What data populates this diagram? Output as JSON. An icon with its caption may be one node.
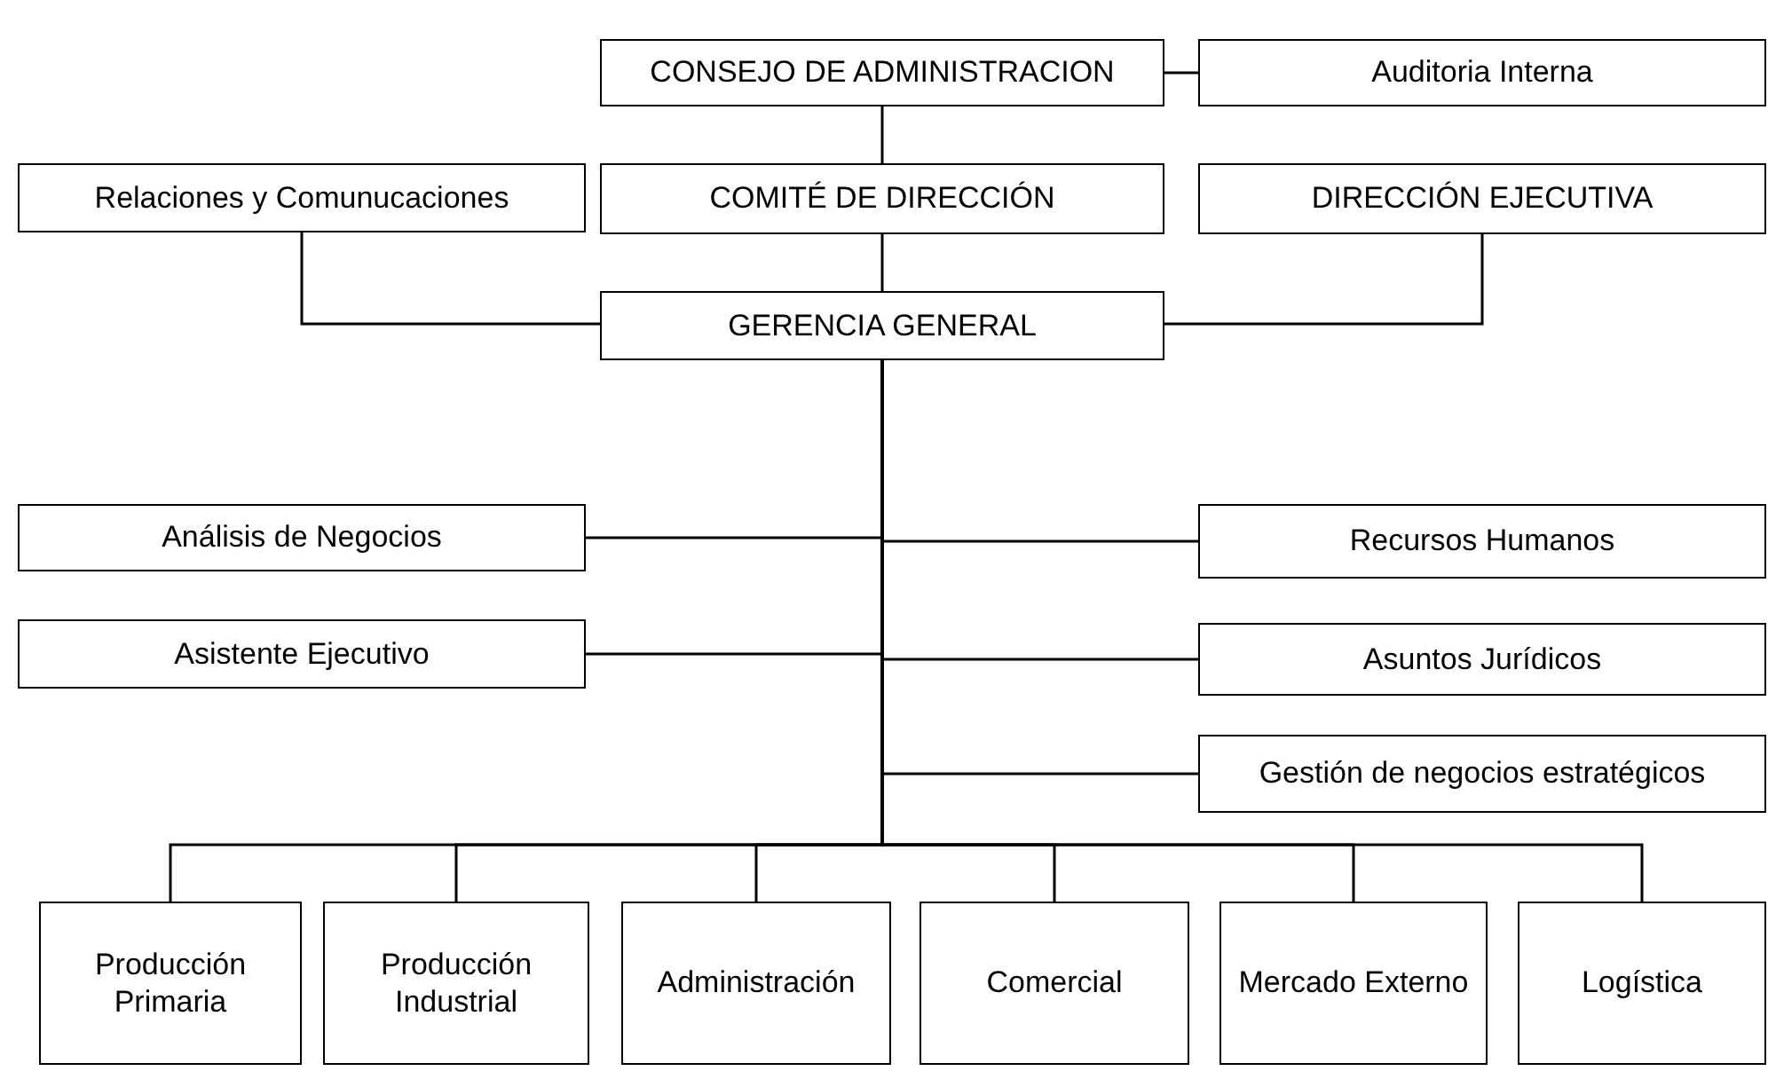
{
  "diagram": {
    "nodes": [
      {
        "text": [
          "CONSEJO DE ADMINISTRACION"
        ]
      },
      {
        "text": [
          "Auditoria Interna"
        ]
      },
      {
        "text": [
          "Relaciones y Comunucaciones"
        ]
      },
      {
        "text": [
          "COMITÉ DE DIRECCIÓN"
        ]
      },
      {
        "text": [
          "DIRECCIÓN EJECUTIVA"
        ]
      },
      {
        "text": [
          "GERENCIA GENERAL"
        ]
      },
      {
        "text": [
          "Análisis de Negocios"
        ]
      },
      {
        "text": [
          "Recursos Humanos"
        ]
      },
      {
        "text": [
          "Asistente Ejecutivo"
        ]
      },
      {
        "text": [
          "Asuntos Jurídicos"
        ]
      },
      {
        "text": [
          "Gestión de negocios estratégicos"
        ]
      },
      {
        "text": [
          "Producción Primaria"
        ]
      },
      {
        "text": [
          "Producción Industrial"
        ]
      },
      {
        "text": [
          "Administración"
        ]
      },
      {
        "text": [
          "Comercial"
        ]
      },
      {
        "text": [
          "Mercado Externo"
        ]
      },
      {
        "text": [
          "Logística"
        ]
      }
    ],
    "edges": [
      {
        "from": 0,
        "to": 1,
        "arrow": "none"
      },
      {
        "from": 0,
        "to": 3,
        "arrow": "none"
      },
      {
        "from": 3,
        "to": 5,
        "arrow": "none"
      },
      {
        "from": 2,
        "to": 5,
        "arrow": "none"
      },
      {
        "from": 4,
        "to": 5,
        "arrow": "none"
      },
      {
        "from": 5,
        "to": 6,
        "arrow": "none"
      },
      {
        "from": 5,
        "to": 7,
        "arrow": "none"
      },
      {
        "from": 5,
        "to": 8,
        "arrow": "none"
      },
      {
        "from": 5,
        "to": 9,
        "arrow": "none"
      },
      {
        "from": 5,
        "to": 10,
        "arrow": "none"
      },
      {
        "from": 5,
        "to": 11,
        "arrow": "none"
      },
      {
        "from": 5,
        "to": 12,
        "arrow": "none"
      },
      {
        "from": 5,
        "to": 13,
        "arrow": "none"
      },
      {
        "from": 5,
        "to": 14,
        "arrow": "none"
      },
      {
        "from": 5,
        "to": 15,
        "arrow": "none"
      },
      {
        "from": 5,
        "to": 16,
        "arrow": "none"
      }
    ]
  }
}
